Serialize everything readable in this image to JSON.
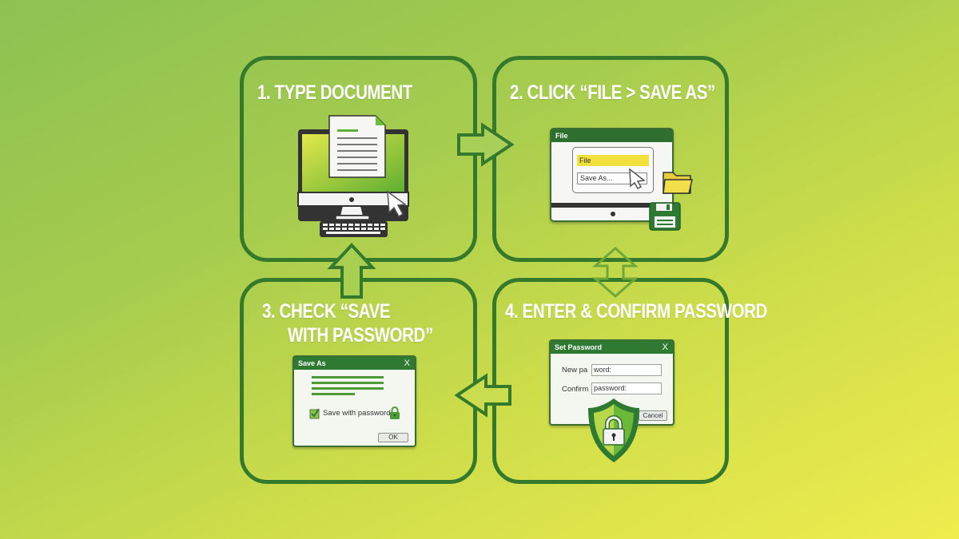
{
  "colors": {
    "panel_border": "#357a2c",
    "title_text": "#ffffff",
    "window_bar": "#2e7a33",
    "highlight": "#f2e13c"
  },
  "steps": [
    {
      "title": "1. TYPE DOCUMENT",
      "icon": "computer-with-document-icon"
    },
    {
      "title": "2. CLICK “FILE > SAVE AS”",
      "window": {
        "title": "File",
        "menu_items": [
          "File",
          "Save As..."
        ]
      },
      "icons": [
        "folder-icon",
        "floppy-disk-icon"
      ]
    },
    {
      "title_line1": "3. CHECK “SAVE",
      "title_line2": "WITH PASSWORD”",
      "dialog": {
        "title": "Save As",
        "close": "X",
        "checkbox_label": "Save with password",
        "checked": true,
        "ok_button": "OK"
      }
    },
    {
      "title": "4. ENTER & CONFIRM PASSWORD",
      "dialog": {
        "title": "Set Password",
        "close": "X",
        "new_label": "New pa",
        "new_value": "word:",
        "confirm_label": "Confirm",
        "confirm_value": "password:",
        "cancel_button": "Cancel"
      },
      "icon": "shield-lock-icon"
    }
  ],
  "arrows": [
    "right-arrow 1→2",
    "down/up double arrow 2↔4",
    "left-arrow 4→3",
    "up-arrow 3→1"
  ]
}
